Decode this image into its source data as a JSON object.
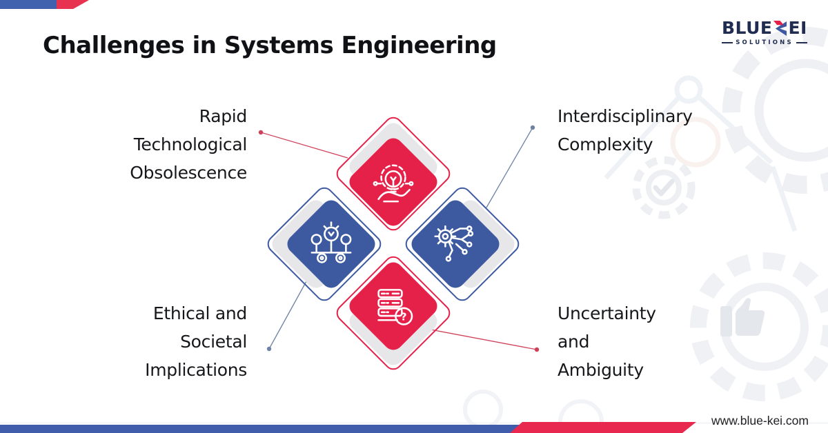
{
  "header": {
    "title": "Challenges in Systems Engineering"
  },
  "logo": {
    "word_prefix": "BLUE",
    "k_letter": "K",
    "word_suffix": "EI",
    "tagline": "SOLUTIONS"
  },
  "footer": {
    "website": "www.blue-kei.com"
  },
  "diagram": {
    "labels": {
      "top_left": {
        "lines": [
          "Rapid",
          "Technological",
          "Obsolescence"
        ]
      },
      "top_right": {
        "lines": [
          "Interdisciplinary",
          "Complexity"
        ]
      },
      "bottom_left": {
        "lines": [
          "Ethical and",
          "Societal",
          "Implications"
        ]
      },
      "bottom_right": {
        "lines": [
          "Uncertainty",
          "and",
          "Ambiguity"
        ]
      }
    },
    "nodes": [
      {
        "position": "top",
        "color": "#e5214a",
        "icon": "innovation-hand-bulb-gear-icon",
        "label": "Rapid Technological Obsolescence"
      },
      {
        "position": "right",
        "color": "#3d5aa1",
        "icon": "gear-circuit-icon",
        "label": "Interdisciplinary Complexity"
      },
      {
        "position": "left",
        "color": "#3d5aa1",
        "icon": "idea-bulbs-cart-icon",
        "label": "Ethical and Societal Implications"
      },
      {
        "position": "bottom",
        "color": "#e5214a",
        "icon": "database-question-icon",
        "label": "Uncertainty and Ambiguity"
      }
    ],
    "question_mark": "?"
  },
  "colors": {
    "red": "#e5214a",
    "blue": "#3d5aa1",
    "navy": "#202c50",
    "leader_line_red": "#cf4059",
    "leader_line_blue": "#6e82a3",
    "footer_bar_blue": "#3f5dab",
    "footer_bar_red": "#e8284e",
    "corner_bar_blue": "#4160ae",
    "corner_bar_red": "#e73350",
    "watermark_gray": "#edeff3",
    "text": "#16171a"
  }
}
